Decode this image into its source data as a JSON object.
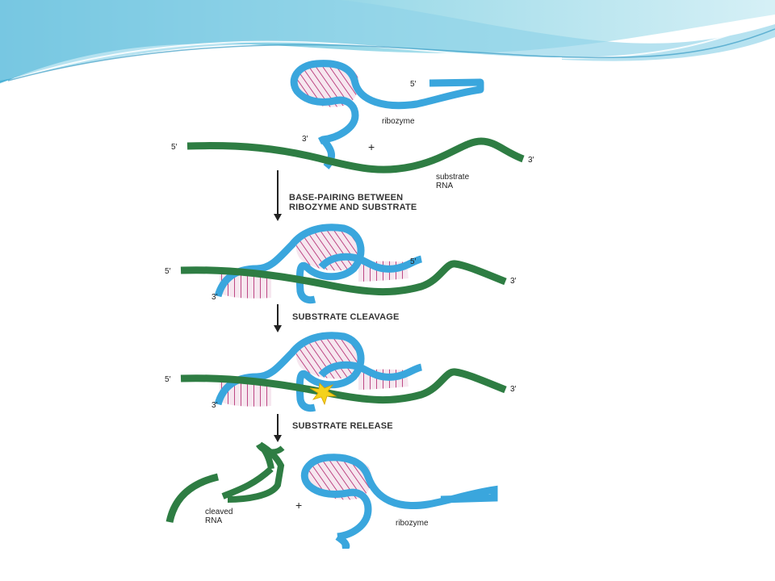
{
  "colors": {
    "ribozyme": "#3aa6dd",
    "substrate": "#2e7d43",
    "base_pairs": "#b0206a",
    "cleavage_spark": "#f4d21b",
    "banner_light": "#bfe7f2",
    "banner_mid": "#8fd3e8",
    "banner_dark": "#3b9cc4"
  },
  "diagram": {
    "stage1": {
      "ribozyme_label": "ribozyme",
      "ribozyme_5prime": "5′",
      "ribozyme_3prime": "3′",
      "plus": "+",
      "substrate_5prime": "5′",
      "substrate_3prime": "3′",
      "substrate_label_line1": "substrate",
      "substrate_label_line2": "RNA"
    },
    "steps": {
      "step1_line1": "BASE-PAIRING BETWEEN",
      "step1_line2": "RIBOZYME AND SUBSTRATE",
      "step2": "SUBSTRATE CLEAVAGE",
      "step3": "SUBSTRATE RELEASE"
    },
    "stage2": {
      "left_5prime": "5′",
      "left_3prime": "3′",
      "mid_5prime": "5′",
      "right_3prime": "3′"
    },
    "stage3": {
      "left_5prime": "5′",
      "left_3prime": "3′",
      "right_3prime": "3′"
    },
    "stage4": {
      "cleaved_line1": "cleaved",
      "cleaved_line2": "RNA",
      "plus": "+",
      "ribozyme_label": "ribozyme"
    }
  }
}
